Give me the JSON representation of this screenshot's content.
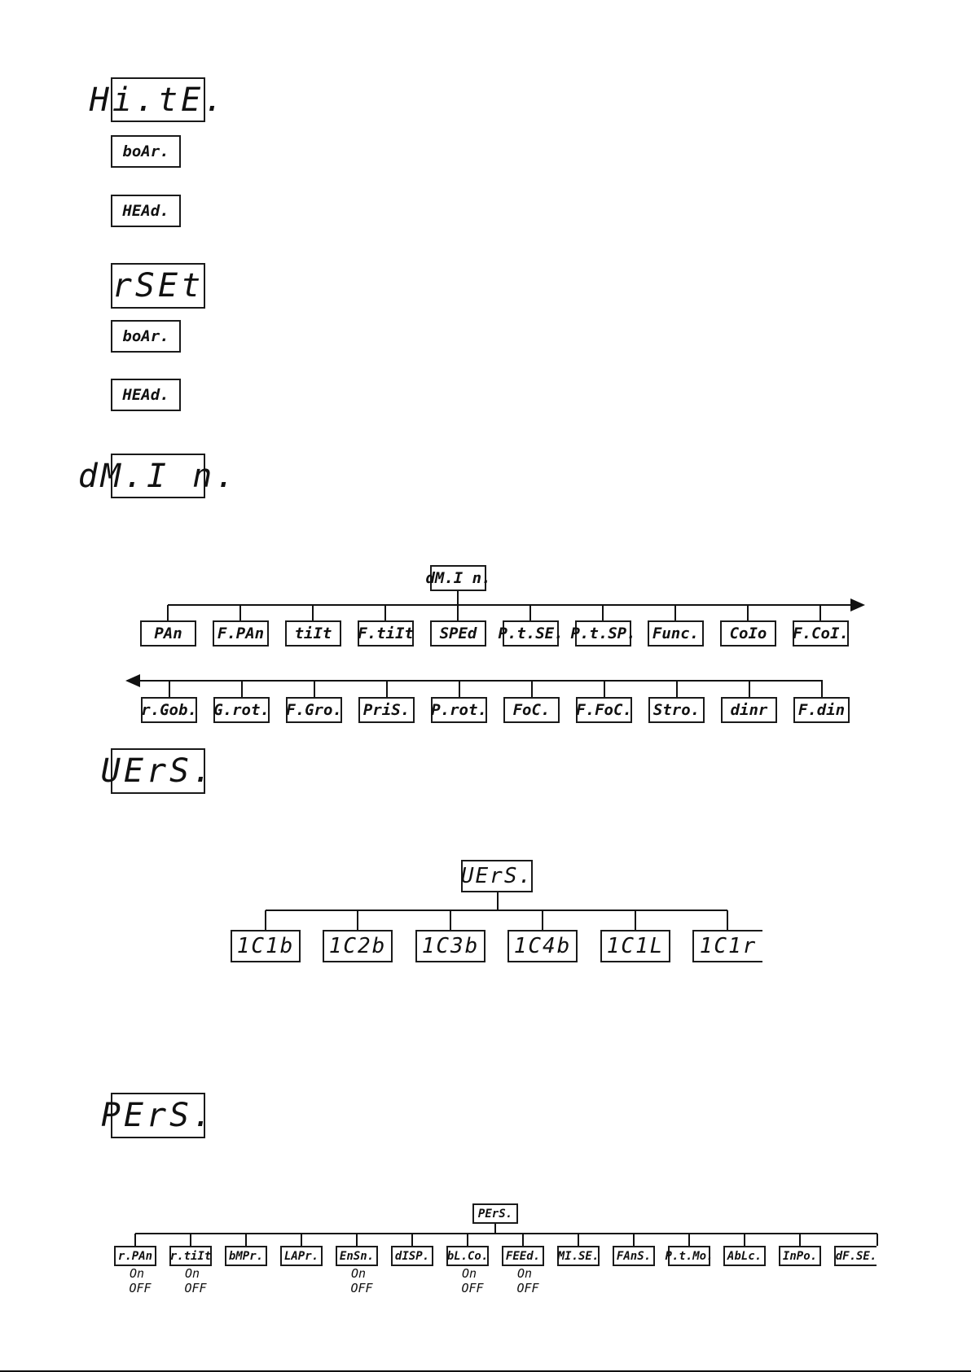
{
  "items": {
    "hite": "Hi.tE.",
    "hite_board": "boAr.",
    "hite_head": "HEAd.",
    "rset": "rSEt",
    "rset_board": "boAr.",
    "rset_head": "HEAd.",
    "dmin": "dM.I n.",
    "vers": "UErS.",
    "pers": "PErS."
  },
  "dmin_tree": {
    "root": "dM.I n.",
    "row1": [
      "PAn",
      "F.PAn",
      "tiIt",
      "F.tiIt",
      "SPEd",
      "P.t.SE.",
      "P.t.SP.",
      "Func.",
      "CoIo",
      "F.CoI."
    ],
    "row2": [
      "r.Gob.",
      "G.rot.",
      "F.Gro.",
      "PriS.",
      "P.rot.",
      "FoC.",
      "F.FoC.",
      "Stro.",
      "dinr",
      "F.din"
    ]
  },
  "vers_tree": {
    "root": "UErS.",
    "children": [
      "1C1b",
      "1C2b",
      "1C3b",
      "1C4b",
      "1C1L",
      "1C1r"
    ]
  },
  "pers_tree": {
    "root": "PErS.",
    "children": [
      {
        "label": "r.PAn",
        "options": [
          "On",
          "OFF"
        ]
      },
      {
        "label": "r.tiIt",
        "options": [
          "On",
          "OFF"
        ]
      },
      {
        "label": "bMPr.",
        "options": []
      },
      {
        "label": "LAPr.",
        "options": []
      },
      {
        "label": "EnSn.",
        "options": [
          "On",
          "OFF"
        ]
      },
      {
        "label": "dISP.",
        "options": []
      },
      {
        "label": "bL.Co.",
        "options": [
          "On",
          "OFF"
        ]
      },
      {
        "label": "FEEd.",
        "options": [
          "On",
          "OFF"
        ]
      },
      {
        "label": "MI.SE.",
        "options": []
      },
      {
        "label": "FAnS.",
        "options": []
      },
      {
        "label": "P.t.Mo.",
        "options": []
      },
      {
        "label": "AbLc.",
        "options": []
      },
      {
        "label": "InPo.",
        "options": []
      },
      {
        "label": "dF.SE.",
        "options": []
      }
    ]
  }
}
